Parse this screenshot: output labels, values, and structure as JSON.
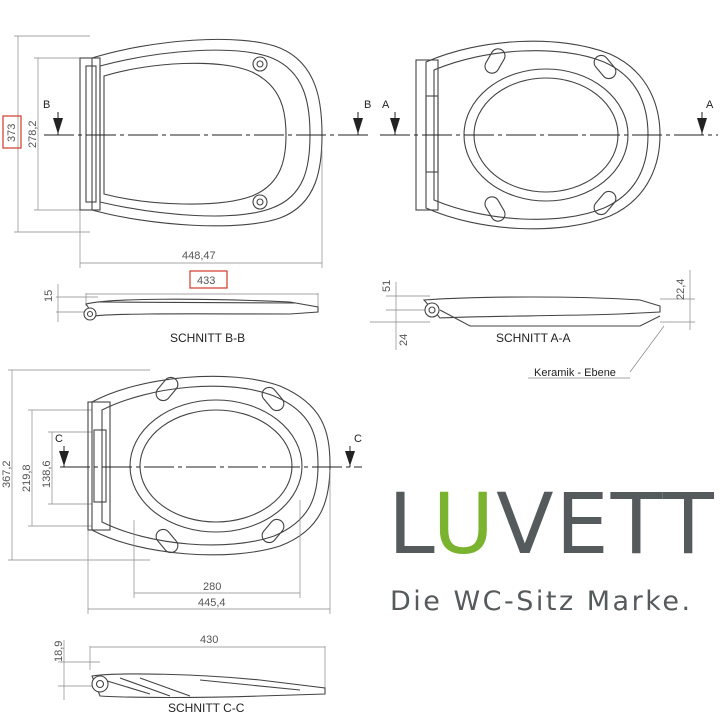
{
  "dimensions": {
    "outer_height": "373",
    "inner_height": "278,2",
    "width_b": "448,47",
    "section_b_len": "433",
    "thickness_b": "15",
    "thickness_a_top": "51",
    "thickness_a_bot": "24",
    "hinge_height": "22,4",
    "height_c_total": "367,2",
    "height_c_mid": "219,8",
    "height_c_inner": "138,6",
    "inner_width_c": "280",
    "width_c": "445,4",
    "section_c_len": "430",
    "thickness_c": "18,9"
  },
  "cut_marks": {
    "a": "A",
    "b": "B",
    "c": "C"
  },
  "sections": {
    "bb": "SCHNITT B-B",
    "aa": "SCHNITT A-A",
    "cc": "SCHNITT C-C"
  },
  "annotations": {
    "ceramic_plane": "Keramik - Ebene"
  },
  "brand": {
    "name_prefix": "L",
    "name_highlight": "U",
    "name_suffix": "VETT",
    "tagline": "Die WC-Sitz Marke.",
    "colors": {
      "text": "#555a5c",
      "accent": "#7ab32e"
    }
  },
  "highlight_color": "#d23a2a"
}
